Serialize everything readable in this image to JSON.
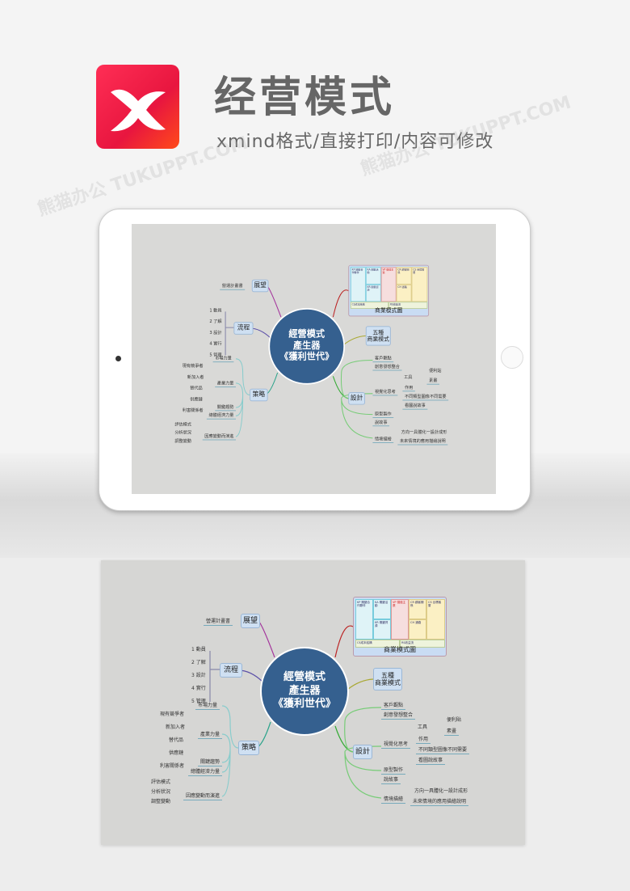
{
  "header": {
    "title": "经营模式",
    "subtitle": "xmind格式/直接打印/内容可修改",
    "logo": "xmind-logo",
    "logo_color": "#e8163f"
  },
  "watermark": "熊猫办公 TUKUPPT.COM",
  "mindmap": {
    "center": [
      "經營模式",
      "產生器",
      "《獲利世代》"
    ],
    "outlook": {
      "label": "展望",
      "items": [
        "營運計畫書"
      ]
    },
    "process": {
      "label": "流程",
      "items": [
        "1  動員",
        "2  了解",
        "3  設計",
        "4  實行",
        "5  管理"
      ]
    },
    "strategy": {
      "label": "策略",
      "market": "市場力量",
      "industry": "產業力量",
      "industry_items": [
        "現有競爭者",
        "新加入者",
        "替代品",
        "供應鏈",
        "利害關係者"
      ],
      "trends": "關鍵趨勢",
      "macro": "總體經濟力量",
      "evolve": "因應變動而演進",
      "evolve_items": [
        "評估模式",
        "分析狀況",
        "調整變動"
      ]
    },
    "five": [
      "五種",
      "商業模式"
    ],
    "canvas": {
      "caption": "商業模式圖",
      "cells": [
        "KP 關鍵合作夥伴",
        "KA 關鍵活動",
        "KR 關鍵資源",
        "VP 價值主張",
        "CR 顧客關係",
        "CH 通路",
        "CS 目標客層",
        "C$成本結構",
        "R$收益流"
      ]
    },
    "design": {
      "label": "設計",
      "customer": "客戶觀點",
      "ideation": "創意發想整合",
      "visual": "視覺化思考",
      "tools": "工具",
      "sticky": "便利貼",
      "sketch": "素畫",
      "effect": "作用",
      "types": "不同類型圖像不同需要",
      "story_pic": "看圖說故事",
      "prototype": "原型製作",
      "story": "說故事",
      "scenario": "情境描繪",
      "scenario_items": [
        "方向一具體化一設計成形",
        "未來情境的應用描繪說明"
      ]
    }
  }
}
